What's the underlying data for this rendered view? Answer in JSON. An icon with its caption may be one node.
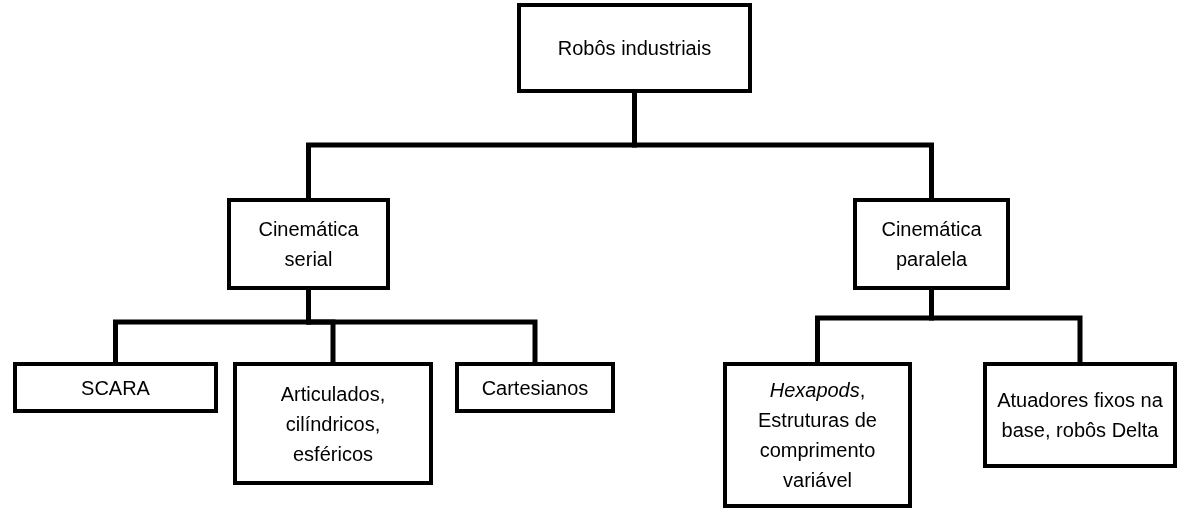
{
  "diagram": {
    "nodes": [
      {
        "text": [
          "Robôs industriais"
        ]
      },
      {
        "text": [
          "Cinemática serial"
        ]
      },
      {
        "text": [
          "Cinemática paralela"
        ]
      },
      {
        "text": [
          "SCARA"
        ]
      },
      {
        "text": [
          "Articulados, cilíndricos, esféricos"
        ]
      },
      {
        "text": [
          "Cartesianos"
        ]
      },
      {
        "text": [
          "*Hexapods*, Estruturas de comprimento variável"
        ]
      },
      {
        "text": [
          "Atuadores fixos na base, robôs Delta"
        ]
      }
    ],
    "edges": [
      {
        "from": 0,
        "to": 1,
        "arrow": "none"
      },
      {
        "from": 0,
        "to": 2,
        "arrow": "none"
      },
      {
        "from": 1,
        "to": 3,
        "arrow": "none"
      },
      {
        "from": 1,
        "to": 4,
        "arrow": "none"
      },
      {
        "from": 1,
        "to": 5,
        "arrow": "none"
      },
      {
        "from": 2,
        "to": 6,
        "arrow": "none"
      },
      {
        "from": 2,
        "to": 7,
        "arrow": "none"
      }
    ]
  }
}
